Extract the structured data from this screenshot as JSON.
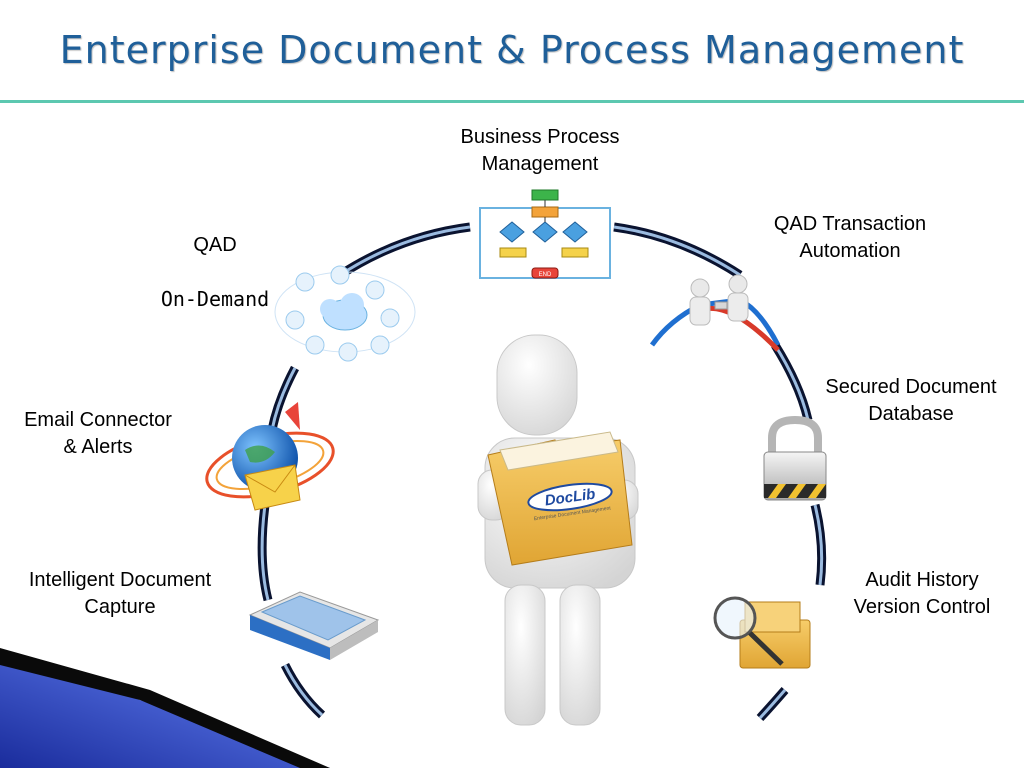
{
  "title": "Enterprise Document & Process Management",
  "center": {
    "logo_text": "DocLib",
    "logo_subtext": "Enterprise Document Management",
    "flowchart_end_text": "END"
  },
  "items": [
    {
      "id": "bpm",
      "label": "Business Process\nManagement",
      "icon": "flowchart-icon"
    },
    {
      "id": "qad-on-demand",
      "label_line1": "QAD",
      "label_line2": "On-Demand",
      "icon": "cloud-network-icon"
    },
    {
      "id": "qad-transaction",
      "label": "QAD Transaction\nAutomation",
      "icon": "cable-connect-figures-icon"
    },
    {
      "id": "email",
      "label": "Email Connector\n& Alerts",
      "icon": "globe-email-icon"
    },
    {
      "id": "secured-db",
      "label": "Secured Document\nDatabase",
      "icon": "padlock-icon"
    },
    {
      "id": "capture",
      "label": "Intelligent Document\nCapture",
      "icon": "scanner-icon"
    },
    {
      "id": "audit",
      "label": "Audit History\nVersion Control",
      "icon": "folder-magnifier-icon"
    }
  ],
  "colors": {
    "title": "#1f5f99",
    "rule": "#5cc8b0",
    "ring_dark": "#0a1330",
    "ring_light": "#9bbbe0",
    "folder": "#f2b94a",
    "corner_blue": "#2a3fb0"
  }
}
